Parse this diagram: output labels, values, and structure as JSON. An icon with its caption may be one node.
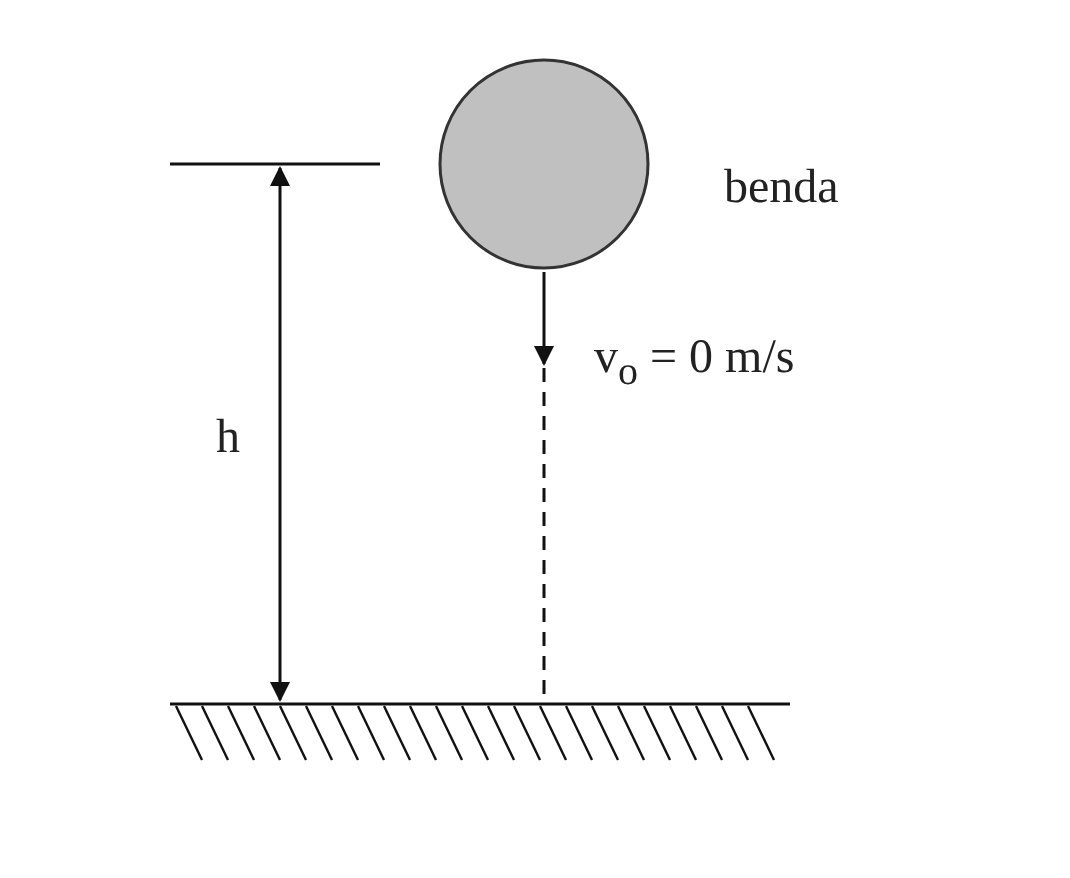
{
  "diagram": {
    "nodes": [
      {
        "text": [],
        "shape": "circle",
        "beside": [
          "benda"
        ]
      }
    ],
    "edges": [],
    "labels": [
      "h",
      "v$_{o}$ = 0 m/s"
    ]
  }
}
